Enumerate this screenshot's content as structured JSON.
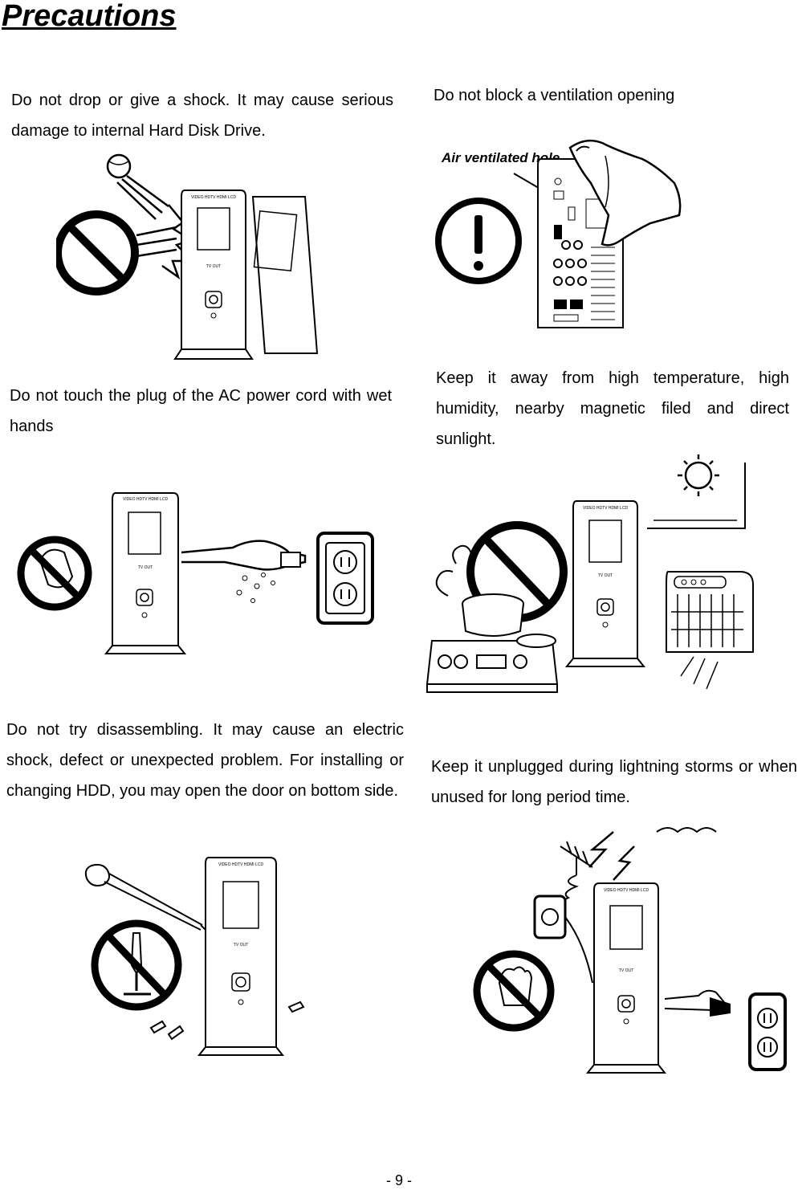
{
  "page": {
    "title": "Precautions",
    "page_number": "- 9 -"
  },
  "precautions": [
    {
      "text": "Do not drop or give a shock. It may cause serious damage to internal Hard Disk Drive.",
      "icon": "prohibited-icon"
    },
    {
      "text": "Do not block a ventilation opening",
      "icon": "caution-icon",
      "callout": "Air ventilated hole"
    },
    {
      "text": "Do not touch the plug of the AC power cord with wet hands",
      "icon": "prohibited-hand-icon"
    },
    {
      "text": "Keep it away from high temperature, high humidity, nearby magnetic filed and direct sunlight.",
      "icon": "prohibited-icon"
    },
    {
      "text": "Do not try disassembling. It may cause an electric shock, defect or unexpected problem. For installing or changing HDD, you may open the door on bottom side.",
      "icon": "prohibited-screwdriver-icon"
    },
    {
      "text": "Keep it unplugged during lightning storms or when unused for long period time.",
      "icon": "prohibited-hand-icon"
    }
  ],
  "device_labels": {
    "front_indicators": "VIDEO HDTV HDMI LCD",
    "tv_out": "TV OUT"
  }
}
